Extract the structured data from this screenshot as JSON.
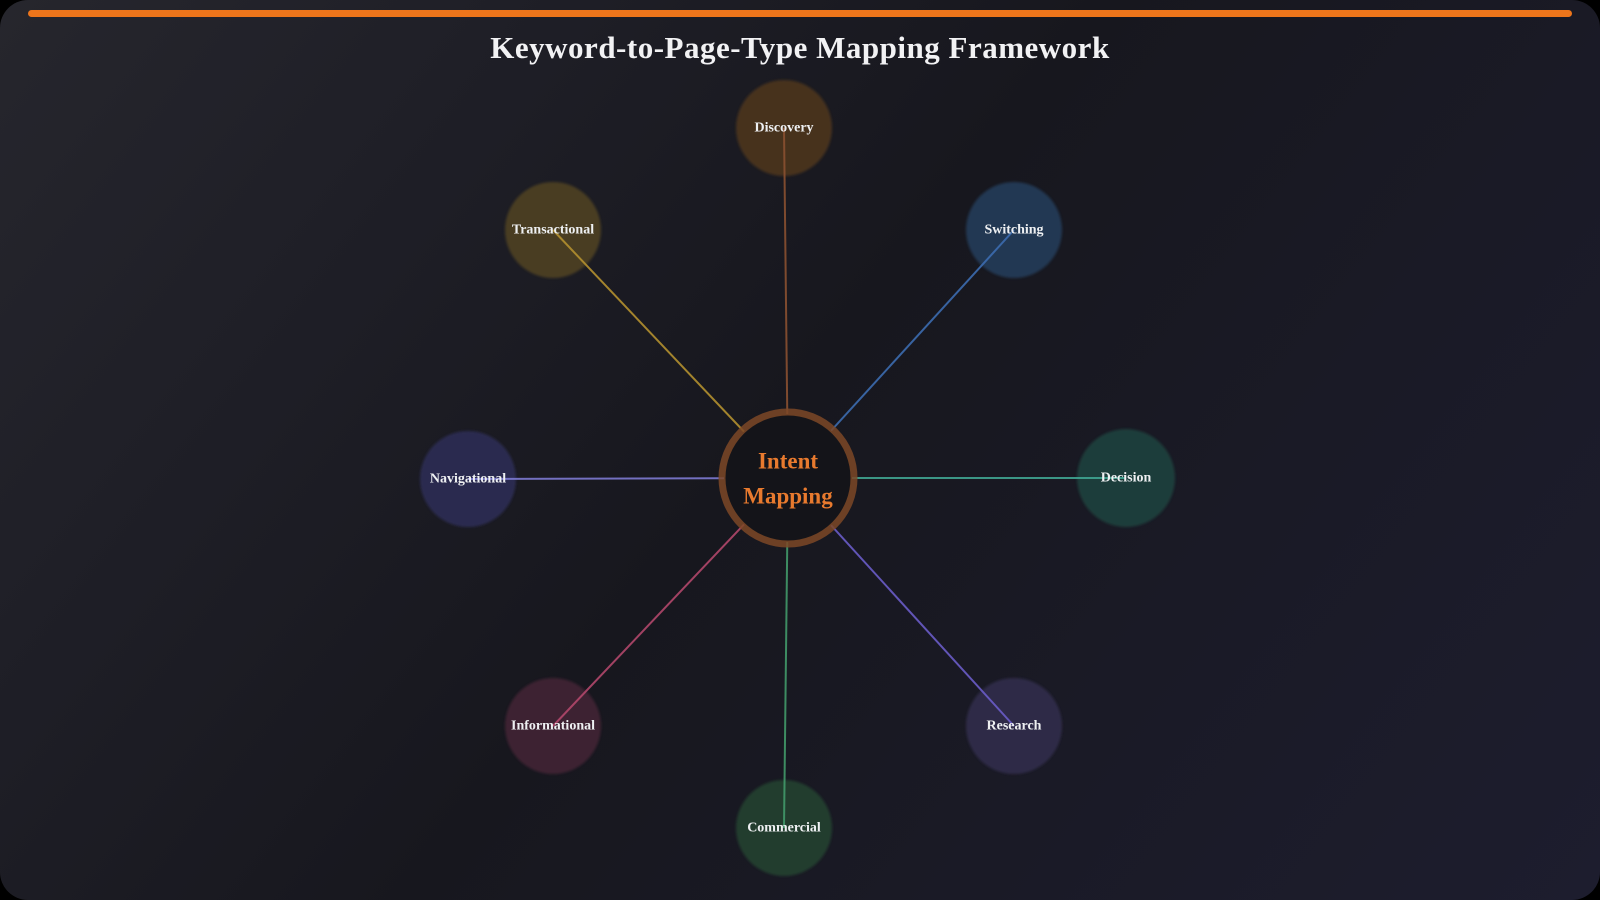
{
  "title": "Keyword-to-Page-Type Mapping Framework",
  "accent": {
    "bar_color": "#ED751B"
  },
  "center_node": {
    "label_line1": "Intent",
    "label_line2": "Mapping",
    "text_color": "#E87A2E",
    "fill": "#141419",
    "ring_color": "#7C4827"
  },
  "nodes": [
    {
      "id": "discovery",
      "label": "Discovery",
      "fill": "#46321F",
      "line": "#8A5030"
    },
    {
      "id": "transactional",
      "label": "Transactional",
      "fill": "#483C22",
      "line": "#B3902F"
    },
    {
      "id": "switching",
      "label": "Switching",
      "fill": "#223852",
      "line": "#3C6CB0"
    },
    {
      "id": "navigational",
      "label": "Navigational",
      "fill": "#2A2C50",
      "line": "#7D7AD2"
    },
    {
      "id": "decision",
      "label": "Decision",
      "fill": "#1E3C3B",
      "line": "#3FA491"
    },
    {
      "id": "informational",
      "label": "Informational",
      "fill": "#3D2231",
      "line": "#B2476B"
    },
    {
      "id": "research",
      "label": "Research",
      "fill": "#2D2947",
      "line": "#6A5CC8"
    },
    {
      "id": "commercial",
      "label": "Commercial",
      "fill": "#203C2D",
      "line": "#42996A"
    }
  ]
}
